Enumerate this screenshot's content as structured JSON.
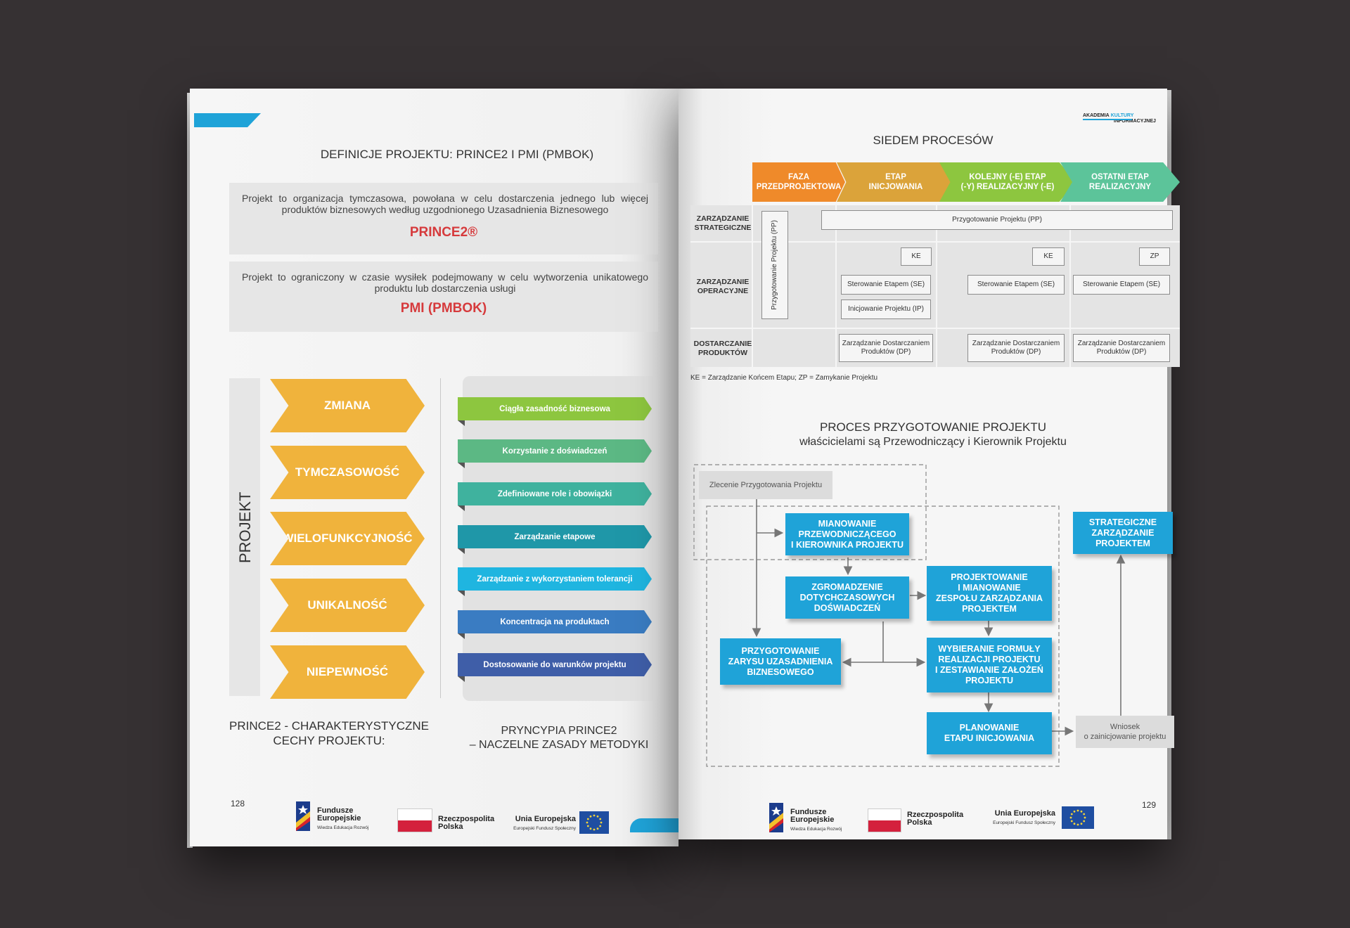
{
  "left": {
    "title": "DEFINICJE PROJEKTU: PRINCE2 I PMI (PMBOK)",
    "def1_text": "Projekt to organizacja tymczasowa, powołana w celu dostarczenia jednego lub więcej produktów biznesowych według uzgodnionego Uzasadnienia Biznesowego",
    "def1_name": "PRINCE2®",
    "def2_text": "Projekt to ograniczony w czasie wysiłek podejmowany w celu wytworzenia unikatowego produktu lub dostarczenia usługi",
    "def2_name": "PMI (PMBOK)",
    "vertical_label": "PROJEKT",
    "features": [
      "ZMIANA",
      "TYMCZASOWOŚĆ",
      "WIELOFUNKCYJNOŚĆ",
      "UNIKALNOŚĆ",
      "NIEPEWNOŚĆ"
    ],
    "principles": [
      {
        "label": "Ciągła zasadność biznesowa",
        "color": "#8dc63f"
      },
      {
        "label": "Korzystanie z doświadczeń",
        "color": "#5cb884"
      },
      {
        "label": "Zdefiniowane role i obowiązki",
        "color": "#3fb29e"
      },
      {
        "label": "Zarządzanie etapowe",
        "color": "#1f97a8"
      },
      {
        "label": "Zarządzanie z wykorzystaniem tolerancji",
        "color": "#1fb5e0"
      },
      {
        "label": "Koncentracja na produktach",
        "color": "#3a7cc2"
      },
      {
        "label": "Dostosowanie do warunków projektu",
        "color": "#3f5ea8"
      }
    ],
    "caption1_line1": "PRINCE2 - CHARAKTERYSTYCZNE",
    "caption1_line2": "CECHY PROJEKTU:",
    "caption2_line1": "PRYNCYPIA PRINCE2",
    "caption2_line2": "– NACZELNE ZASADY METODYKI",
    "page_number": "128"
  },
  "right": {
    "brand_line1": "AKADEMIA",
    "brand_line2": "KULTURY",
    "brand_line3": "INFORMACYJNEJ",
    "title": "SIEDEM PROCESÓW",
    "phases": [
      {
        "label": "FAZA\nPRZEDPROJEKTOWA",
        "color": "#ef8a2a"
      },
      {
        "label": "ETAP\nINICJOWANIA",
        "color": "#dba33a"
      },
      {
        "label": "KOLEJNY (-E) ETAP\n(-Y) REALIZACYJNY (-E)",
        "color": "#8dc63f"
      },
      {
        "label": "OSTATNI ETAP\nREALIZACYJNY",
        "color": "#5cc49a"
      }
    ],
    "rows": [
      "ZARZĄDZANIE\nSTRATEGICZNE",
      "ZARZĄDZANIE\nOPERACYJNE",
      "DOSTARCZANIE\nPRODUKTÓW"
    ],
    "pp_vertical": "Przygotowanie Projektu (PP)",
    "pp_horizontal": "Przygotowanie Projektu (PP)",
    "ke": "KE",
    "zp": "ZP",
    "se": "Sterowanie Etapem (SE)",
    "ip": "Inicjowanie Projektu (IP)",
    "dp": "Zarządzanie Dostarczaniem\nProduktów (DP)",
    "dp2": "Zarządzanie Dostarczaniem\nProduktów  (DP)",
    "legend": "KE = Zarządzanie Końcem Etapu;   ZP = Zamykanie Projektu",
    "proc_title": "PROCES PRZYGOTOWANIE PROJEKTU",
    "proc_subtitle": "właścicielami są Przewodniczący i Kierownik Projektu",
    "flow": {
      "zlecenie": "Zlecenie Przygotowania Projektu",
      "mianowanie": "MIANOWANIE\nPRZEWODNICZĄCEGO\nI KIEROWNIKA PROJEKTU",
      "zgromadzenie": "ZGROMADZENIE\nDOTYCHCZASOWYCH\nDOŚWIADCZEŃ",
      "projektowanie": "PROJEKTOWANIE\nI MIANOWANIE\nZESPOŁU ZARZĄDZANIA\nPROJEKTEM",
      "przygotowanie": "PRZYGOTOWANIE\nZARYSU UZASADNIENIA\nBIZNESOWEGO",
      "wybieranie": "WYBIERANIE FORMUŁY\nREALIZACJI PROJEKTU\nI ZESTAWIANIE ZAŁOŻEŃ\nPROJEKTU",
      "planowanie": "PLANOWANIE\nETAPU INICJOWANIA",
      "strategiczne": "STRATEGICZNE\nZARZĄDZANIE\nPROJEKTEM",
      "wniosek": "Wniosek\no zainicjowanie projektu"
    },
    "page_number": "129"
  },
  "footer": {
    "fe_title1": "Fundusze",
    "fe_title2": "Europejskie",
    "fe_sub": "Wiedza Edukacja Rozwój",
    "rp_title1": "Rzeczpospolita",
    "rp_title2": "Polska",
    "ue_title": "Unia Europejska",
    "ue_sub": "Europejski Fundusz Społeczny"
  },
  "colors": {
    "accent_blue": "#1fa3d8",
    "chevron_yellow": "#f0b33c",
    "prince_red": "#d63a3c",
    "background": "#363133"
  }
}
